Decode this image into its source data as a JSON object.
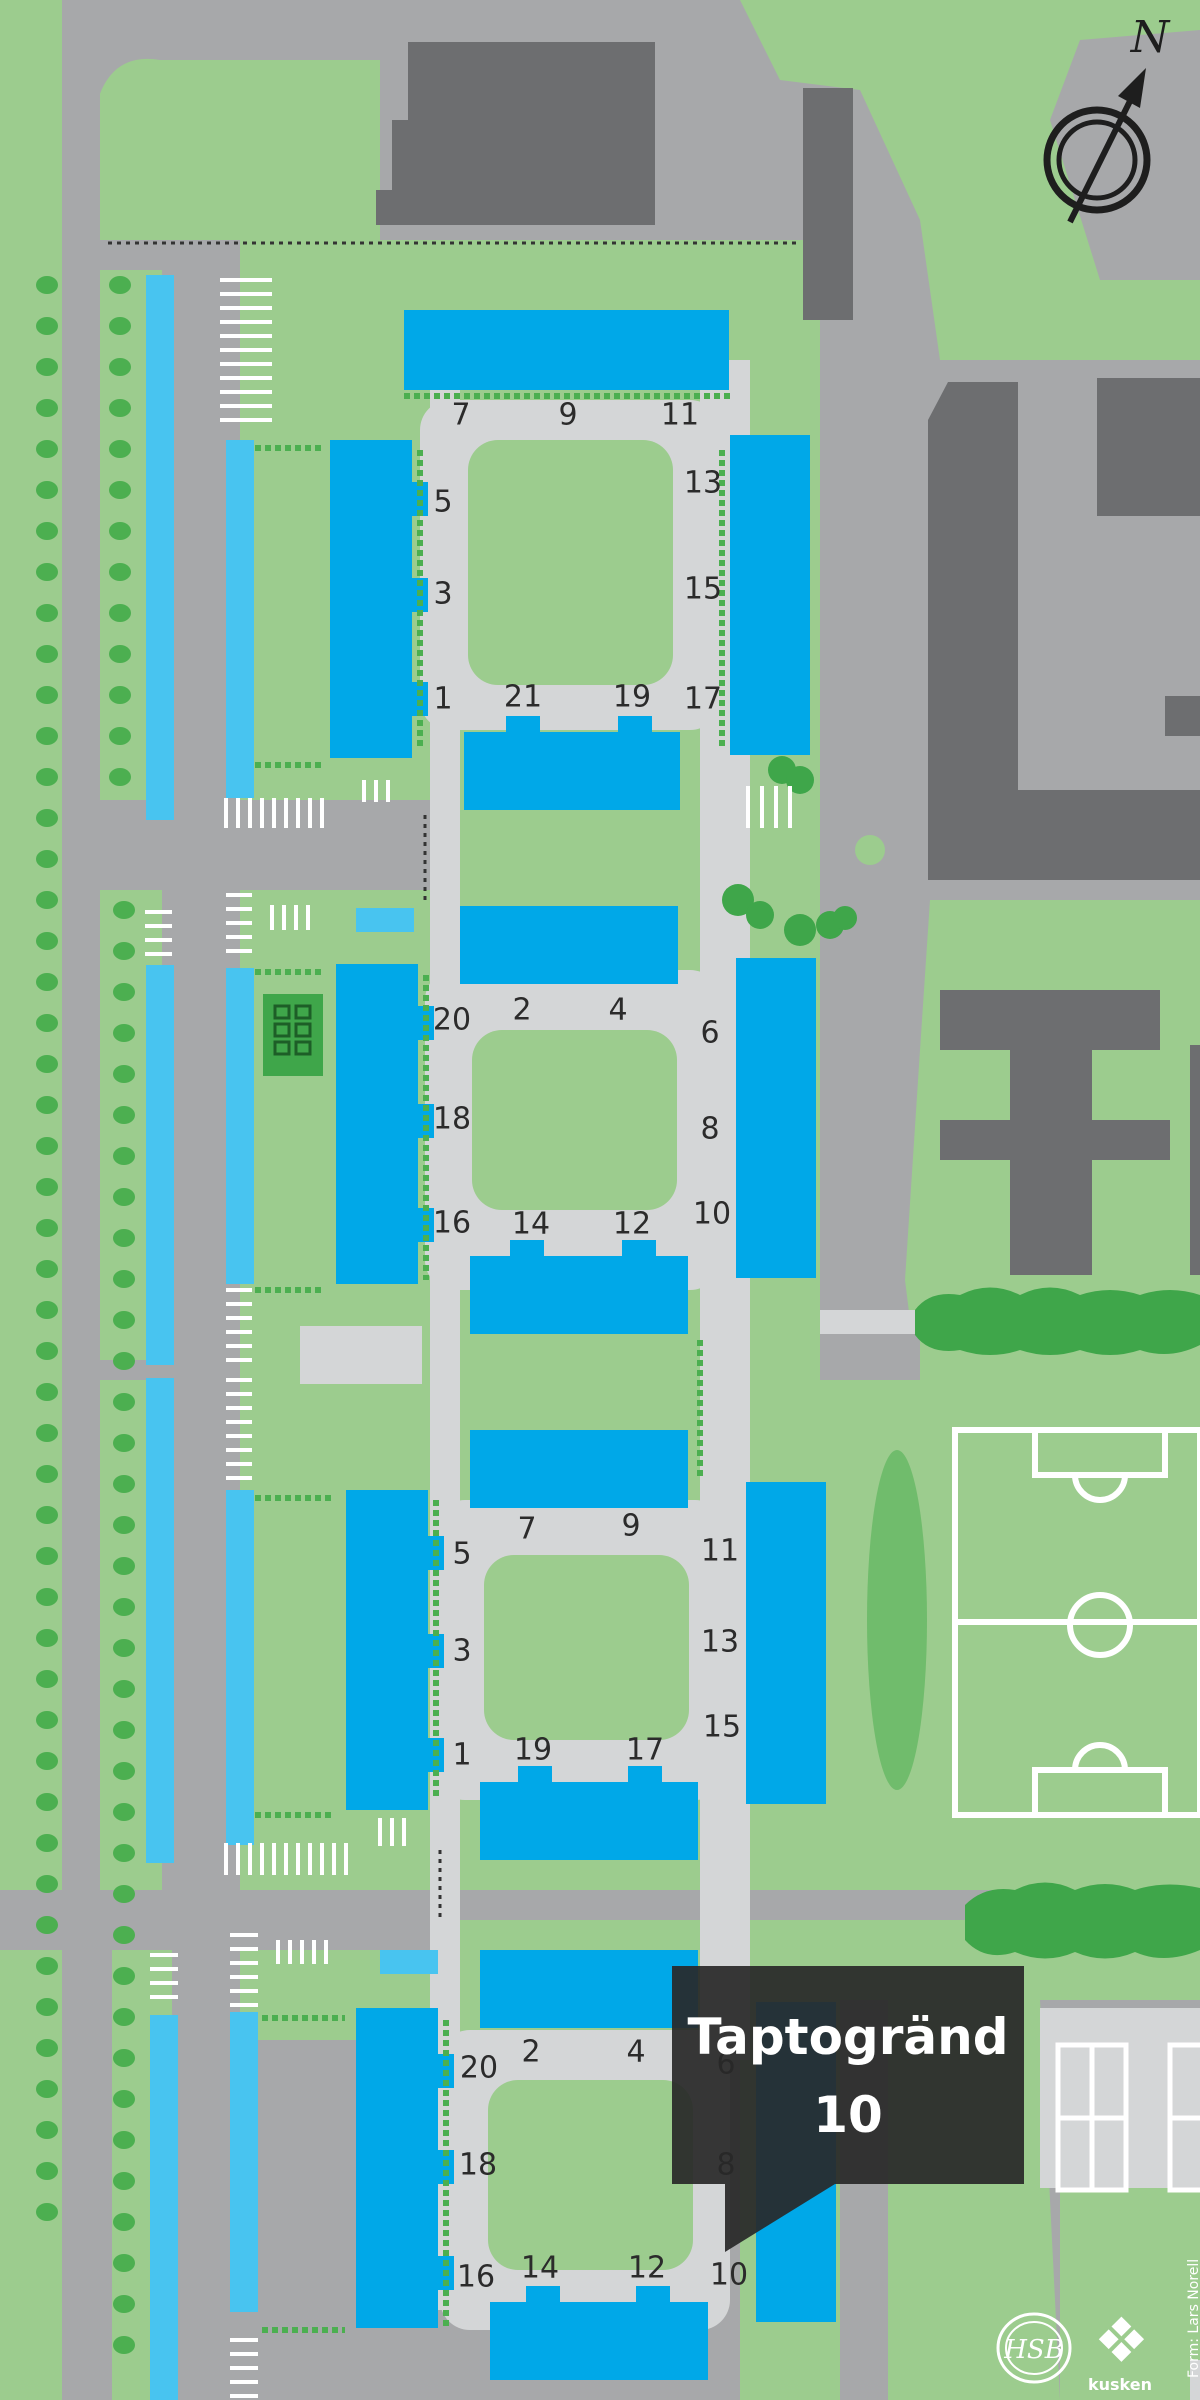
{
  "map": {
    "colors": {
      "road": "#a7a8aa",
      "grass": "#9ccc8e",
      "grass_dark": "#4caf50",
      "building": "#00a8e8",
      "carport": "#48c4f0",
      "other_building": "#6d6e70",
      "path": "#d4d6d7"
    },
    "north_label": "N",
    "compass_icon": "compass-north-icon",
    "callout": {
      "street": "Taptogränd",
      "number": "10"
    },
    "credit": "Form: Lars Norell",
    "logos": {
      "hsb": "HSB",
      "kusken": "kusken"
    },
    "house_numbers": {
      "block1": {
        "n7": "7",
        "n9": "9",
        "n11": "11",
        "n5": "5",
        "n3": "3",
        "n1": "1",
        "n13": "13",
        "n15": "15",
        "n17": "17",
        "n21": "21",
        "n19": "19"
      },
      "block2": {
        "n2": "2",
        "n4": "4",
        "n6": "6",
        "n8": "8",
        "n10": "10",
        "n20": "20",
        "n18": "18",
        "n16": "16",
        "n14": "14",
        "n12": "12"
      },
      "block3": {
        "n7": "7",
        "n9": "9",
        "n11": "11",
        "n5": "5",
        "n3": "3",
        "n1": "1",
        "n13": "13",
        "n15": "15",
        "n19": "19",
        "n17": "17"
      },
      "block4": {
        "n2": "2",
        "n4": "4",
        "n6": "6",
        "n8": "8",
        "n10": "10",
        "n20": "20",
        "n18": "18",
        "n16": "16",
        "n14": "14",
        "n12": "12"
      }
    }
  }
}
